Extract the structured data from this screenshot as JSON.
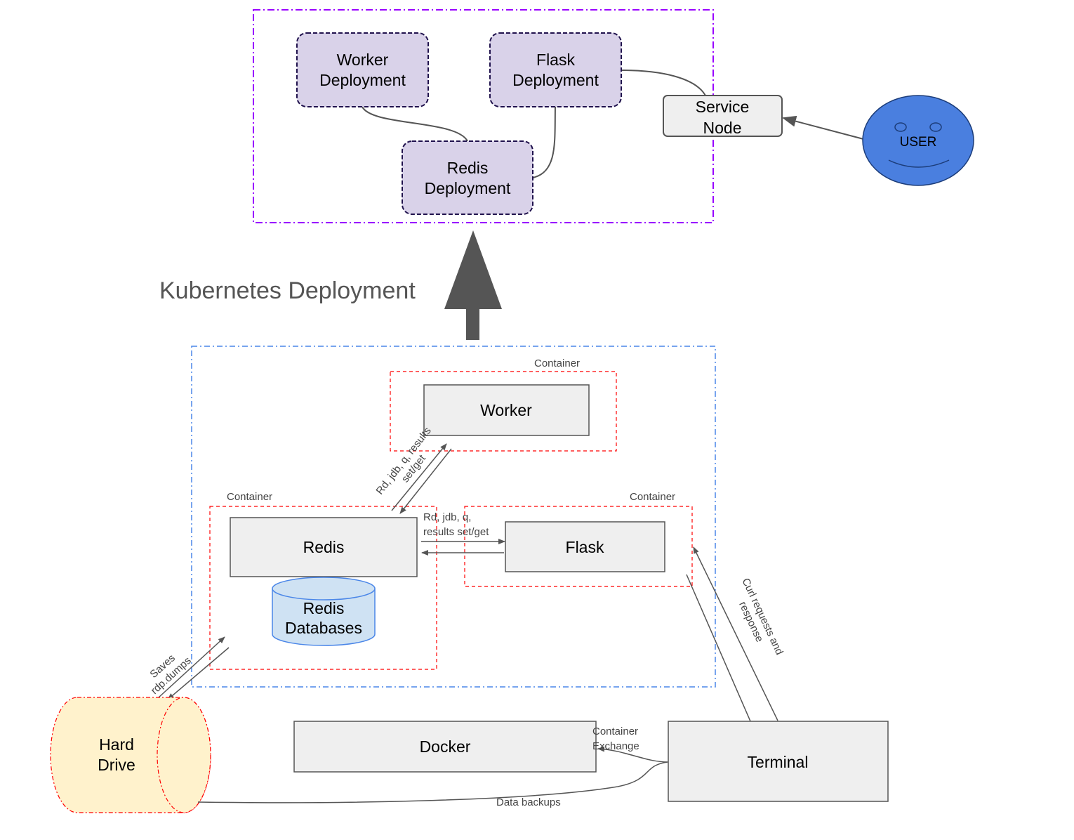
{
  "kubernetes": {
    "worker_deployment": [
      "Worker",
      "Deployment"
    ],
    "flask_deployment": [
      "Flask",
      "Deployment"
    ],
    "redis_deployment": [
      "Redis",
      "Deployment"
    ],
    "service_node": [
      "Service",
      "Node"
    ],
    "user": "USER",
    "arrow_label": "Kubernetes Deployment"
  },
  "containers": {
    "worker_container_label": "Container",
    "worker": "Worker",
    "redis_container_label": "Container",
    "redis": "Redis",
    "redis_db": [
      "Redis",
      "Databases"
    ],
    "flask_container_label": "Container",
    "flask": "Flask",
    "worker_redis_label": [
      "Rd, jdb, q, results",
      "set/get"
    ],
    "redis_flask_label": [
      "Rd, jdb, q,",
      "results set/get"
    ],
    "curl_label": [
      "Curl requests and",
      "response"
    ],
    "saves_label": [
      "Saves",
      "rdp.dumps"
    ]
  },
  "bottom": {
    "hard_drive": [
      "Hard",
      "Drive"
    ],
    "docker": "Docker",
    "terminal": "Terminal",
    "container_exchange": [
      "Container",
      "Exchange"
    ],
    "data_backups": "Data backups"
  },
  "colors": {
    "deployment_fill": "#d9d2e9",
    "deployment_stroke": "#20124d",
    "k8s_border": "#9900ff",
    "docker_border": "#4a86e8",
    "container_border": "#ff0000",
    "box_fill": "#efefef",
    "user_fill": "#4a7fdf",
    "db_fill": "#cfe2f3",
    "drive_fill": "#fff2cc"
  }
}
